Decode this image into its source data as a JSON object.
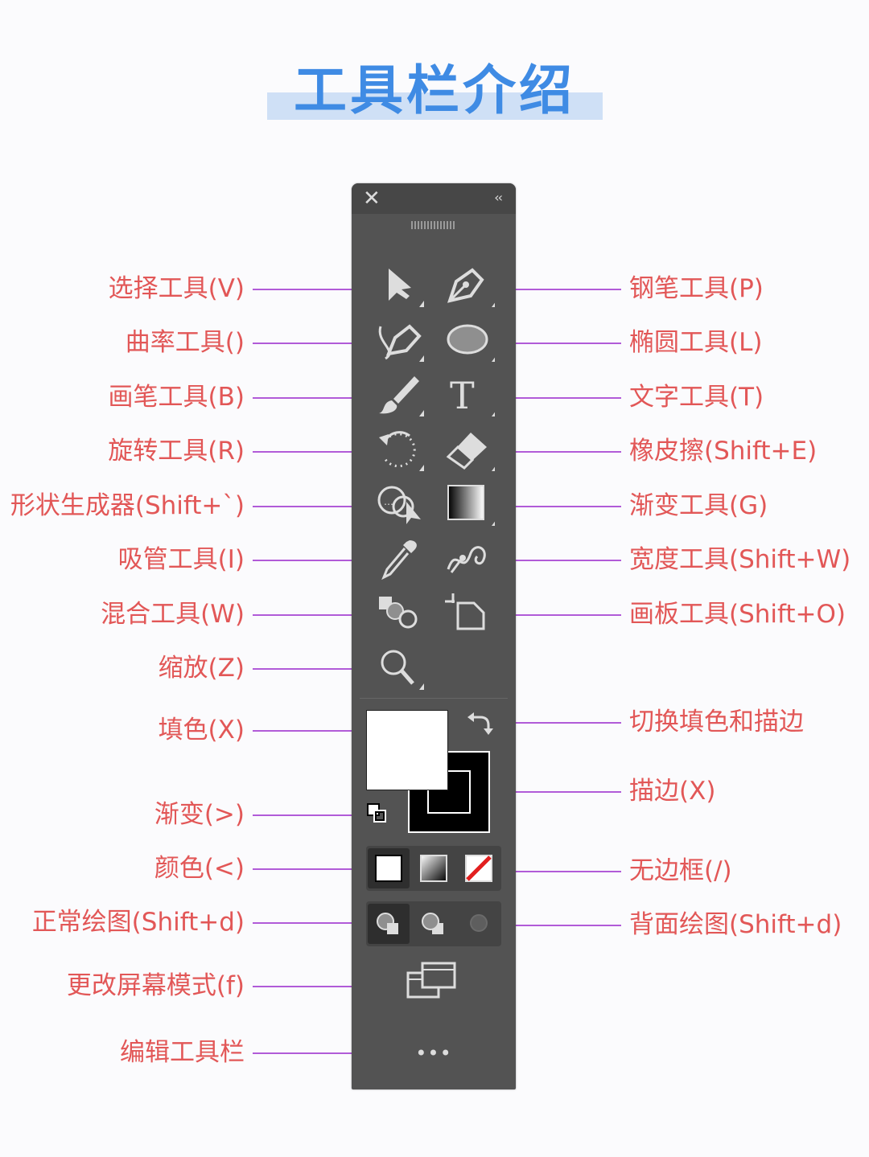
{
  "title": "工具栏介绍",
  "left_labels": [
    {
      "text": "选择工具(V)",
      "name": "label-selection-tool"
    },
    {
      "text": "曲率工具()",
      "name": "label-curvature-tool"
    },
    {
      "text": "画笔工具(B)",
      "name": "label-paintbrush-tool"
    },
    {
      "text": "旋转工具(R)",
      "name": "label-rotate-tool"
    },
    {
      "text": "形状生成器(Shift+`)",
      "name": "label-shape-builder-tool"
    },
    {
      "text": "吸管工具(I)",
      "name": "label-eyedropper-tool"
    },
    {
      "text": "混合工具(W)",
      "name": "label-blend-tool"
    },
    {
      "text": "缩放(Z)",
      "name": "label-zoom-tool"
    },
    {
      "text": "填色(X)",
      "name": "label-fill"
    },
    {
      "text": "渐变(>)",
      "name": "label-gradient-mode"
    },
    {
      "text": "颜色(<)",
      "name": "label-color-mode"
    },
    {
      "text": "正常绘图(Shift+d)",
      "name": "label-draw-normal"
    },
    {
      "text": "更改屏幕模式(f)",
      "name": "label-screen-mode"
    },
    {
      "text": "编辑工具栏",
      "name": "label-edit-toolbar"
    }
  ],
  "right_labels": [
    {
      "text": "钢笔工具(P)",
      "name": "label-pen-tool"
    },
    {
      "text": "椭圆工具(L)",
      "name": "label-ellipse-tool"
    },
    {
      "text": "文字工具(T)",
      "name": "label-type-tool"
    },
    {
      "text": "橡皮擦(Shift+E)",
      "name": "label-eraser-tool"
    },
    {
      "text": "渐变工具(G)",
      "name": "label-gradient-tool"
    },
    {
      "text": "宽度工具(Shift+W)",
      "name": "label-width-tool"
    },
    {
      "text": "画板工具(Shift+O)",
      "name": "label-artboard-tool"
    },
    {
      "text": "切换填色和描边",
      "name": "label-swap-fill-stroke"
    },
    {
      "text": "描边(X)",
      "name": "label-stroke"
    },
    {
      "text": "无边框(/)",
      "name": "label-none"
    },
    {
      "text": "背面绘图(Shift+d)",
      "name": "label-draw-behind"
    }
  ],
  "panel": {
    "close_icon": "close-icon",
    "collapse_icon": "collapse-icon",
    "tools": [
      "selection-tool-icon",
      "pen-tool-icon",
      "curvature-tool-icon",
      "ellipse-tool-icon",
      "paintbrush-tool-icon",
      "type-tool-icon",
      "rotate-tool-icon",
      "eraser-tool-icon",
      "shape-builder-tool-icon",
      "gradient-tool-icon",
      "eyedropper-tool-icon",
      "width-tool-icon",
      "blend-tool-icon",
      "artboard-tool-icon",
      "zoom-tool-icon"
    ],
    "more_label": "•••"
  },
  "colors": {
    "label": "#e25757",
    "leader": "#b15bd8",
    "title": "#3f8be4",
    "title_highlight": "#cfe0f6",
    "panel": "#535353"
  }
}
